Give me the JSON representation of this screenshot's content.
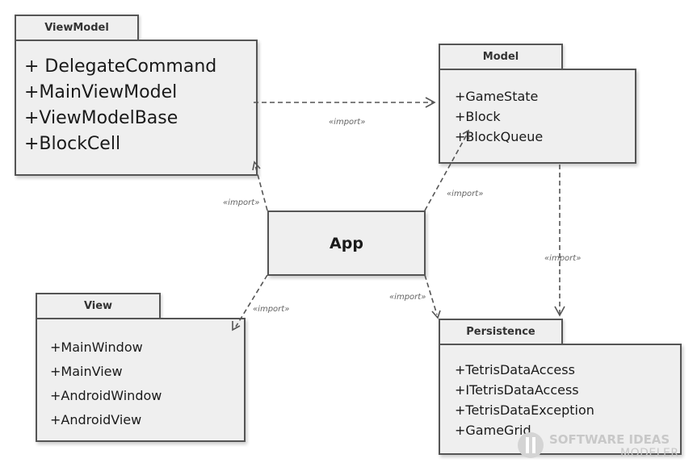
{
  "packages": {
    "viewmodel": {
      "name": "ViewModel",
      "items": [
        "+ DelegateCommand",
        "+MainViewModel",
        "+ViewModelBase",
        "+BlockCell"
      ]
    },
    "model": {
      "name": "Model",
      "items": [
        "+GameState",
        "+Block",
        "+BlockQueue"
      ]
    },
    "view": {
      "name": "View",
      "items": [
        "+MainWindow",
        "+MainView",
        "+AndroidWindow",
        "+AndroidView"
      ]
    },
    "persistence": {
      "name": "Persistence",
      "items": [
        "+TetrisDataAccess",
        "+ITetrisDataAccess",
        "+TetrisDataException",
        "+GameGrid"
      ]
    },
    "app": {
      "name": "App"
    }
  },
  "dependencies": [
    {
      "from": "ViewModel",
      "to": "Model",
      "label": "«import»"
    },
    {
      "from": "App",
      "to": "ViewModel",
      "label": "«import»"
    },
    {
      "from": "App",
      "to": "Model",
      "label": "«import»"
    },
    {
      "from": "App",
      "to": "View",
      "label": "«import»"
    },
    {
      "from": "App",
      "to": "Persistence",
      "label": "«import»"
    },
    {
      "from": "Model",
      "to": "Persistence",
      "label": "«import»"
    }
  ],
  "watermark": {
    "line1": "SOFTWARE IDEAS",
    "line2": "MODELER"
  },
  "colors": {
    "fill": "#efefef",
    "border": "#555555",
    "connector": "#555555"
  }
}
